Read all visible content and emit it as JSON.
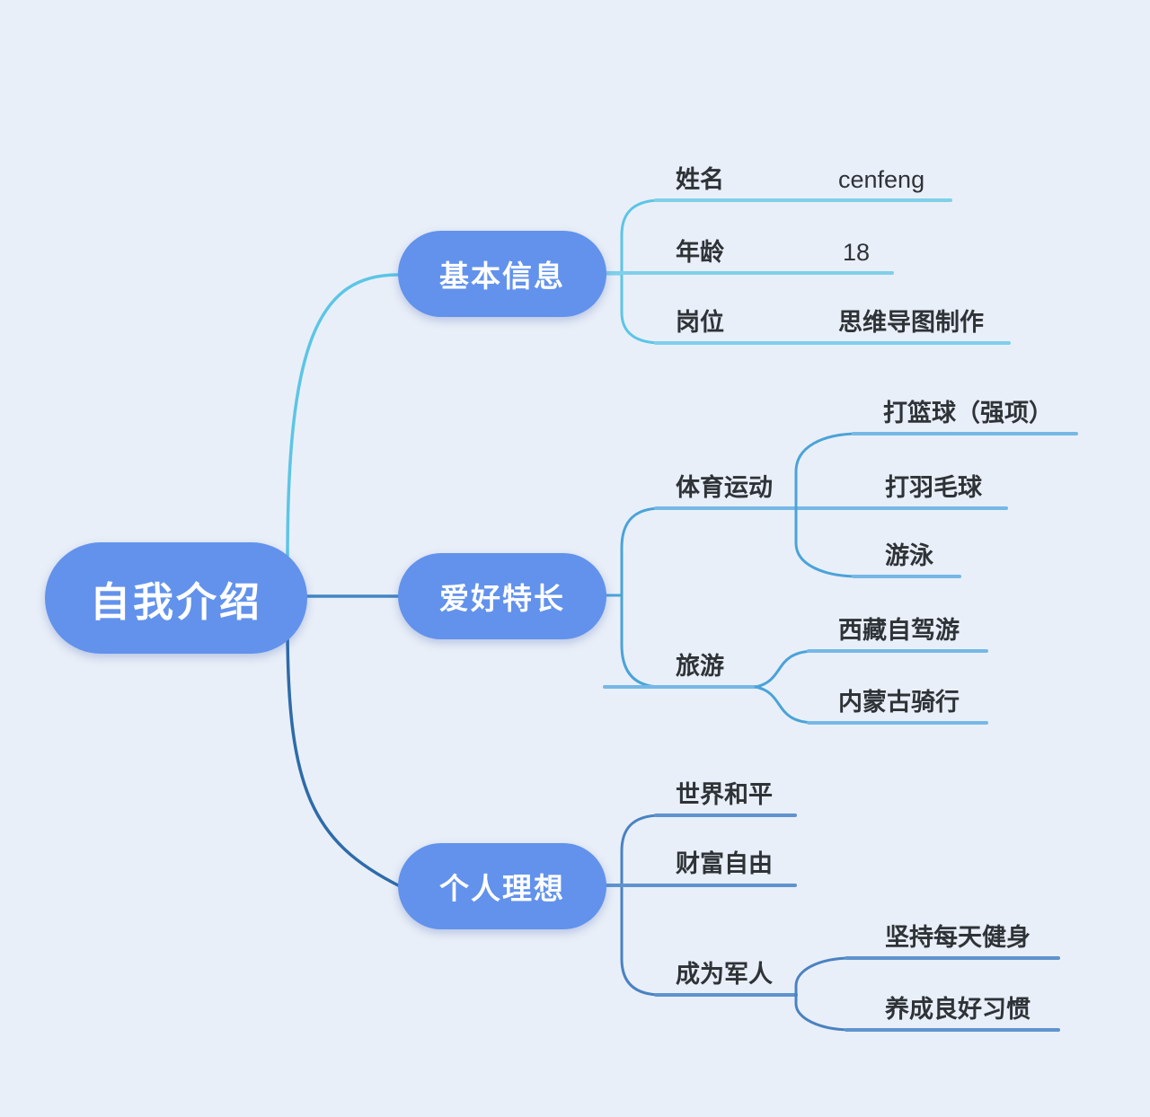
{
  "colors": {
    "background": "#e9eff8",
    "topic_fill": "#6292ec",
    "topic_text": "#ffffff",
    "label_text": "#2e3338",
    "branch1_link": "#5cc5e6",
    "branch1_line": "#7fd0e9",
    "branch2_link": "#4aa3d9",
    "branch2_line": "#75b8e6",
    "branch2_root_link": "#4285c2",
    "branch3_link": "#4a82c2",
    "branch3_line": "#5f93ce",
    "bran3_root_link_note": "",
    "branch3_root_link": "#2e6ba9"
  },
  "mindmap": {
    "root": {
      "label": "自我介绍"
    },
    "branches": [
      {
        "label": "基本信息",
        "children": [
          {
            "label": "姓名",
            "value": "cenfeng"
          },
          {
            "label": "年龄",
            "value": "18"
          },
          {
            "label": "岗位",
            "value": "思维导图制作"
          }
        ]
      },
      {
        "label": "爱好特长",
        "children": [
          {
            "label": "体育运动",
            "children": [
              "打篮球（强项）",
              "打羽毛球",
              "游泳"
            ]
          },
          {
            "label": "旅游",
            "children": [
              "西藏自驾游",
              "内蒙古骑行"
            ]
          }
        ]
      },
      {
        "label": "个人理想",
        "children": [
          {
            "label": "世界和平"
          },
          {
            "label": "财富自由"
          },
          {
            "label": "成为军人",
            "children": [
              "坚持每天健身",
              "养成良好习惯"
            ]
          }
        ]
      }
    ]
  }
}
